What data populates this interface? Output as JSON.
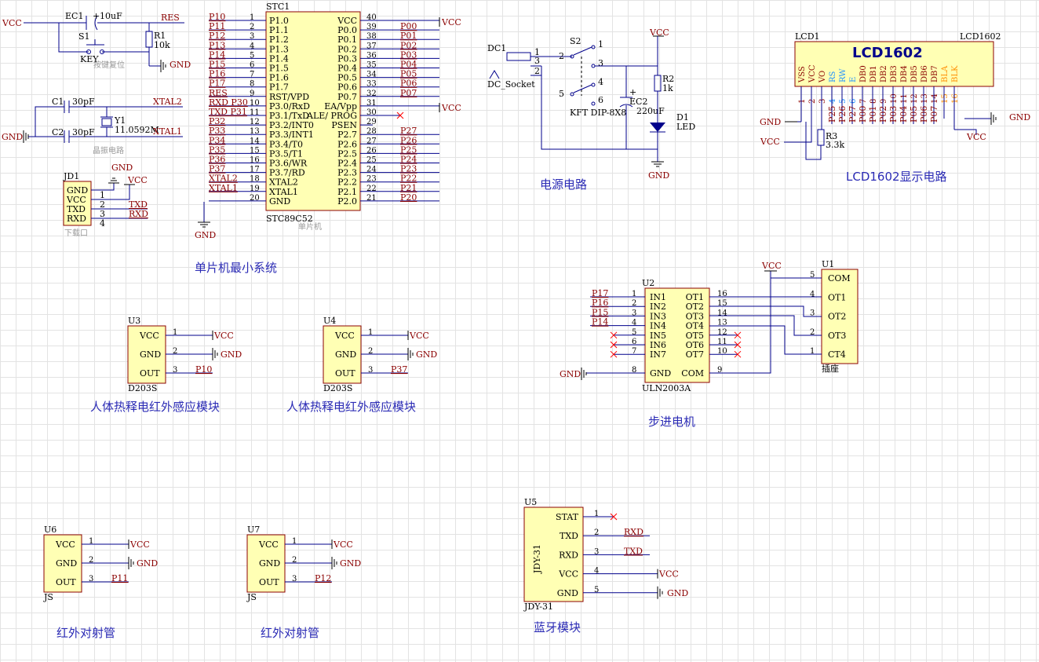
{
  "nets": {
    "vcc": "VCC",
    "gnd": "GND",
    "res": "RES",
    "xtal1": "XTAL1",
    "xtal2": "XTAL2",
    "txd": "TXD",
    "rxd": "RXD",
    "p10": "P10",
    "p11": "P11",
    "p12": "P12",
    "p14": "P14",
    "p15": "P15",
    "p16": "P16",
    "p17": "P17",
    "p37": "P37",
    "p25": "P25",
    "p26": "P26",
    "p27": "P27"
  },
  "reset": {
    "ec1": "EC1",
    "ec1_val": "10uF",
    "s1": "S1",
    "s1_desc": "KEY",
    "r1": "R1",
    "r1_val": "10k",
    "caption": "按键复位"
  },
  "crystal": {
    "c1": "C1",
    "c1_val": "30pF",
    "c2": "C2",
    "c2_val": "30pF",
    "y1": "Y1",
    "y1_val": "11.0592M",
    "caption": "晶振电路"
  },
  "download": {
    "ref": "JD1",
    "pins": [
      "GND",
      "VCC",
      "TXD",
      "RXD"
    ],
    "caption": "下载口"
  },
  "mcu": {
    "ref": "STC1",
    "part": "STC89C52",
    "caption": "单片机",
    "left_pins": [
      {
        "num": "1",
        "name": "P1.0",
        "net": "P10"
      },
      {
        "num": "2",
        "name": "P1.1",
        "net": "P11"
      },
      {
        "num": "3",
        "name": "P1.2",
        "net": "P12"
      },
      {
        "num": "4",
        "name": "P1.3",
        "net": "P13"
      },
      {
        "num": "5",
        "name": "P1.4",
        "net": "P14"
      },
      {
        "num": "6",
        "name": "P1.5",
        "net": "P15"
      },
      {
        "num": "7",
        "name": "P1.6",
        "net": "P16"
      },
      {
        "num": "8",
        "name": "P1.7",
        "net": "P17"
      },
      {
        "num": "9",
        "name": "RST/VPD",
        "net": "RES"
      },
      {
        "num": "10",
        "name": "P3.0/RxD",
        "net": "RXD P30"
      },
      {
        "num": "11",
        "name": "P3.1/TxD",
        "net": "TXD P31"
      },
      {
        "num": "12",
        "name": "P3.2/INT0",
        "net": "P32"
      },
      {
        "num": "13",
        "name": "P3.3/INT1",
        "net": "P33"
      },
      {
        "num": "14",
        "name": "P3.4/T0",
        "net": "P34"
      },
      {
        "num": "15",
        "name": "P3.5/T1",
        "net": "P35"
      },
      {
        "num": "16",
        "name": "P3.6/WR",
        "net": "P36"
      },
      {
        "num": "17",
        "name": "P3.7/RD",
        "net": "P37"
      },
      {
        "num": "18",
        "name": "XTAL2",
        "net": "XTAL2"
      },
      {
        "num": "19",
        "name": "XTAL1",
        "net": "XTAL1"
      },
      {
        "num": "20",
        "name": "GND",
        "net": ""
      }
    ],
    "right_pins": [
      {
        "num": "40",
        "name": "VCC",
        "net": "VCC"
      },
      {
        "num": "39",
        "name": "P0.0",
        "net": "P00"
      },
      {
        "num": "38",
        "name": "P0.1",
        "net": "P01"
      },
      {
        "num": "37",
        "name": "P0.2",
        "net": "P02"
      },
      {
        "num": "36",
        "name": "P0.3",
        "net": "P03"
      },
      {
        "num": "35",
        "name": "P0.4",
        "net": "P04"
      },
      {
        "num": "34",
        "name": "P0.5",
        "net": "P05"
      },
      {
        "num": "33",
        "name": "P0.6",
        "net": "P06"
      },
      {
        "num": "32",
        "name": "P0.7",
        "net": "P07"
      },
      {
        "num": "31",
        "name": "EA/Vpp",
        "net": "VCC"
      },
      {
        "num": "30",
        "name": "ALE/ PROG",
        "net": ""
      },
      {
        "num": "29",
        "name": "PSEN",
        "net": ""
      },
      {
        "num": "28",
        "name": "P2.7",
        "net": "P27"
      },
      {
        "num": "27",
        "name": "P2.6",
        "net": "P26"
      },
      {
        "num": "26",
        "name": "P2.5",
        "net": "P25"
      },
      {
        "num": "25",
        "name": "P2.4",
        "net": "P24"
      },
      {
        "num": "24",
        "name": "P2.3",
        "net": "P23"
      },
      {
        "num": "23",
        "name": "P2.2",
        "net": "P22"
      },
      {
        "num": "22",
        "name": "P2.1",
        "net": "P21"
      },
      {
        "num": "21",
        "name": "P2.0",
        "net": "P20"
      }
    ]
  },
  "power": {
    "dc1": "DC1",
    "dc1_desc": "DC_Socket",
    "s2": "S2",
    "s2_desc": "KFT DIP-8X8",
    "ec2": "EC2",
    "ec2_val": "220uF",
    "r2": "R2",
    "r2_val": "1k",
    "d1": "D1",
    "d1_desc": "LED",
    "dc_pins": [
      "1",
      "3",
      "2"
    ],
    "s2_pins": [
      "1",
      "2",
      "3",
      "4",
      "5",
      "6"
    ]
  },
  "lcd": {
    "ref": "LCD1",
    "part": "LCD1602",
    "title": "LCD1602",
    "r3": "R3",
    "r3_val": "3.3k",
    "pins": [
      {
        "num": "1",
        "name": "VSS",
        "net": ""
      },
      {
        "num": "2",
        "name": "VCC",
        "net": ""
      },
      {
        "num": "3",
        "name": "VO",
        "net": ""
      },
      {
        "num": "4",
        "name": "RS",
        "net": "P25"
      },
      {
        "num": "5",
        "name": "RW",
        "net": "P26"
      },
      {
        "num": "6",
        "name": "E",
        "net": "P27"
      },
      {
        "num": "7",
        "name": "DB0",
        "net": "P00"
      },
      {
        "num": "8",
        "name": "DB1",
        "net": "P01"
      },
      {
        "num": "9",
        "name": "DB2",
        "net": "P02"
      },
      {
        "num": "10",
        "name": "DB3",
        "net": "P03"
      },
      {
        "num": "11",
        "name": "DB4",
        "net": "P04"
      },
      {
        "num": "12",
        "name": "DB5",
        "net": "P05"
      },
      {
        "num": "13",
        "name": "DB6",
        "net": "P06"
      },
      {
        "num": "14",
        "name": "DB7",
        "net": "P07"
      },
      {
        "num": "15",
        "name": "BLA",
        "net": ""
      },
      {
        "num": "16",
        "name": "BLK",
        "net": ""
      }
    ]
  },
  "stepper": {
    "u2": "U2",
    "u2_part": "ULN2003A",
    "u1": "U1",
    "u1_part": "插座",
    "in_pins": [
      {
        "num": "1",
        "name": "IN1",
        "net": "P17"
      },
      {
        "num": "2",
        "name": "IN2",
        "net": "P16"
      },
      {
        "num": "3",
        "name": "IN3",
        "net": "P15"
      },
      {
        "num": "4",
        "name": "IN4",
        "net": "P14"
      },
      {
        "num": "5",
        "name": "IN5",
        "net": ""
      },
      {
        "num": "6",
        "name": "IN6",
        "net": ""
      },
      {
        "num": "7",
        "name": "IN7",
        "net": ""
      },
      {
        "num": "8",
        "name": "GND",
        "net": "GND"
      }
    ],
    "out_pins": [
      {
        "num": "16",
        "name": "OT1"
      },
      {
        "num": "15",
        "name": "OT2"
      },
      {
        "num": "14",
        "name": "OT3"
      },
      {
        "num": "13",
        "name": "OT4"
      },
      {
        "num": "12",
        "name": "OT5"
      },
      {
        "num": "11",
        "name": "OT6"
      },
      {
        "num": "10",
        "name": "OT7"
      },
      {
        "num": "9",
        "name": "COM"
      }
    ],
    "conn_pins": [
      {
        "num": "5",
        "name": "COM"
      },
      {
        "num": "4",
        "name": "OT1"
      },
      {
        "num": "3",
        "name": "OT2"
      },
      {
        "num": "2",
        "name": "OT3"
      },
      {
        "num": "1",
        "name": "CT4"
      }
    ]
  },
  "pir1": {
    "ref": "U3",
    "part": "D203S",
    "pins": [
      "VCC",
      "GND",
      "OUT"
    ],
    "nums": [
      "1",
      "2",
      "3"
    ],
    "out_net": "P10"
  },
  "pir2": {
    "ref": "U4",
    "part": "D203S",
    "pins": [
      "VCC",
      "GND",
      "OUT"
    ],
    "nums": [
      "1",
      "2",
      "3"
    ],
    "out_net": "P37"
  },
  "ir1": {
    "ref": "U6",
    "part": "JS",
    "pins": [
      "VCC",
      "GND",
      "OUT"
    ],
    "nums": [
      "1",
      "2",
      "3"
    ],
    "out_net": "P11"
  },
  "ir2": {
    "ref": "U7",
    "part": "JS",
    "pins": [
      "VCC",
      "GND",
      "OUT"
    ],
    "nums": [
      "1",
      "2",
      "3"
    ],
    "out_net": "P12"
  },
  "bt": {
    "ref": "U5",
    "part": "JDY-31",
    "side_label": "JDY-31",
    "pins": [
      {
        "num": "1",
        "name": "STAT",
        "net": ""
      },
      {
        "num": "2",
        "name": "TXD",
        "net": "RXD"
      },
      {
        "num": "3",
        "name": "RXD",
        "net": "TXD"
      },
      {
        "num": "4",
        "name": "VCC",
        "net": "VCC"
      },
      {
        "num": "5",
        "name": "GND",
        "net": "GND"
      }
    ]
  },
  "captions": {
    "mcu_system": "单片机最小系统",
    "power": "电源电路",
    "lcd": "LCD1602显示电路",
    "pir1": "人体热释电红外感应模块",
    "pir2": "人体热释电红外感应模块",
    "stepper": "步进电机",
    "ir1": "红外对射管",
    "ir2": "红外对射管",
    "bt": "蓝牙模块"
  }
}
